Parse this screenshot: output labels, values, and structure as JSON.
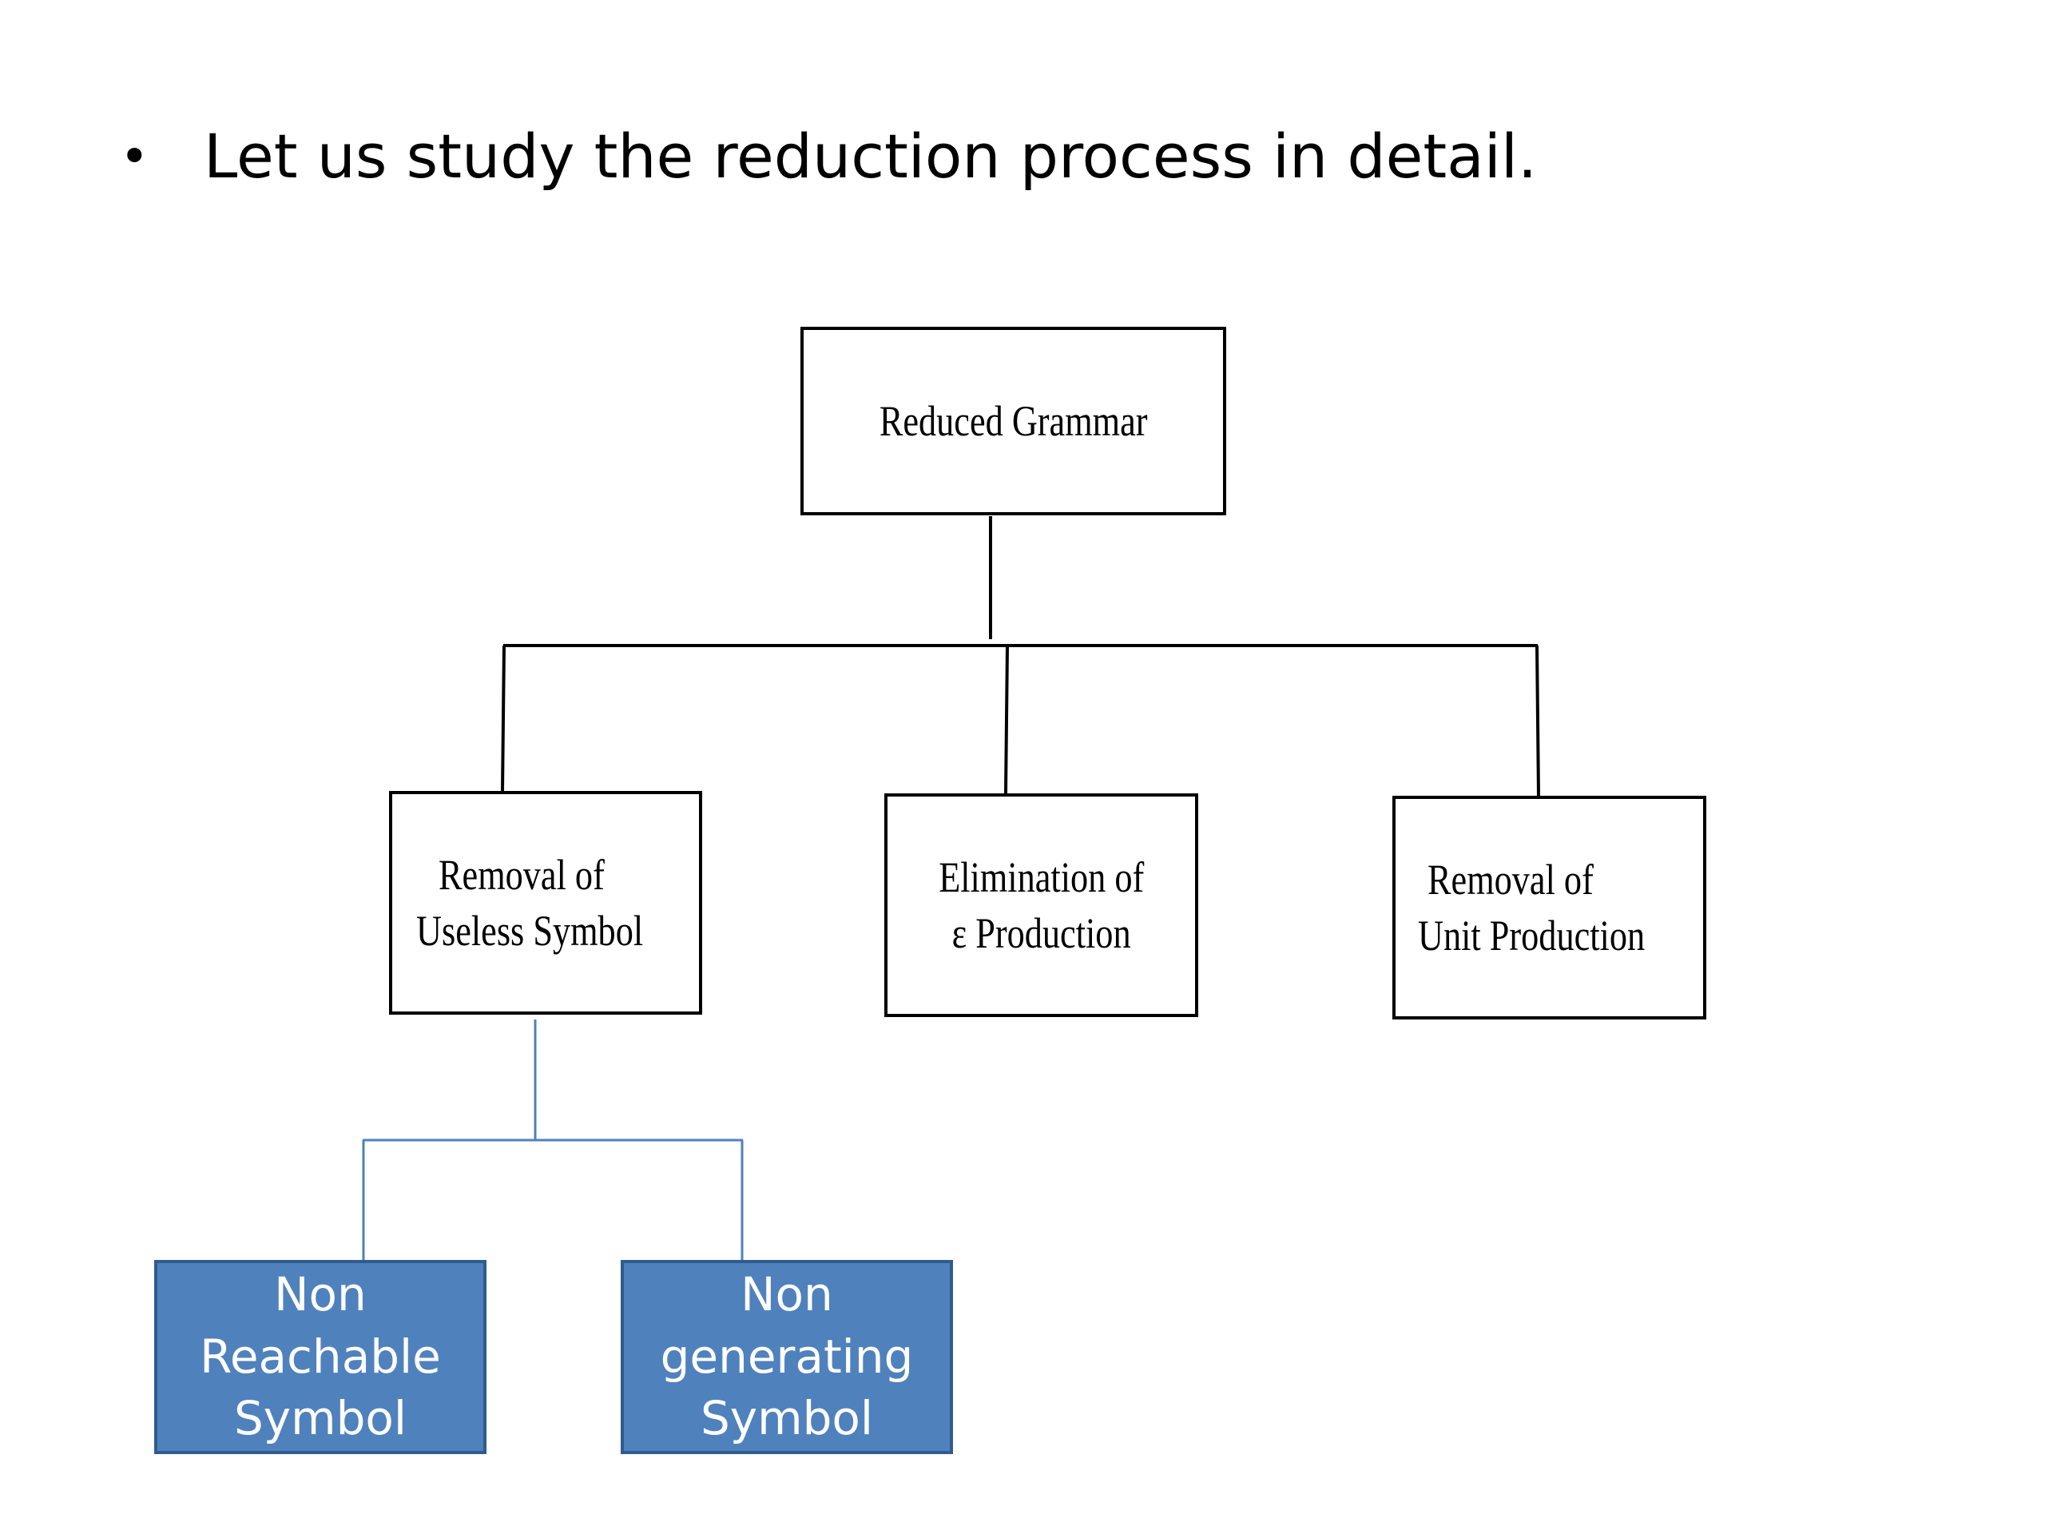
{
  "slide": {
    "bullet_glyph": "•",
    "bullet_text": "Let us study the reduction process in detail."
  },
  "diagram": {
    "root": {
      "label": "Reduced Grammar"
    },
    "children": [
      {
        "lines": [
          "Removal of",
          "Useless Symbol"
        ]
      },
      {
        "lines": [
          "Elimination of",
          "ε Production"
        ]
      },
      {
        "lines": [
          "Removal of",
          "Unit Production"
        ]
      }
    ],
    "sub_children": [
      {
        "lines": [
          "Non",
          "Reachable",
          "Symbol"
        ]
      },
      {
        "lines": [
          "Non",
          "generating",
          "Symbol"
        ]
      }
    ],
    "colors": {
      "outline": "#000000",
      "sub_fill": "#4f81bd",
      "sub_border": "#2f5b8f",
      "sub_connector": "#4f81bd"
    }
  }
}
